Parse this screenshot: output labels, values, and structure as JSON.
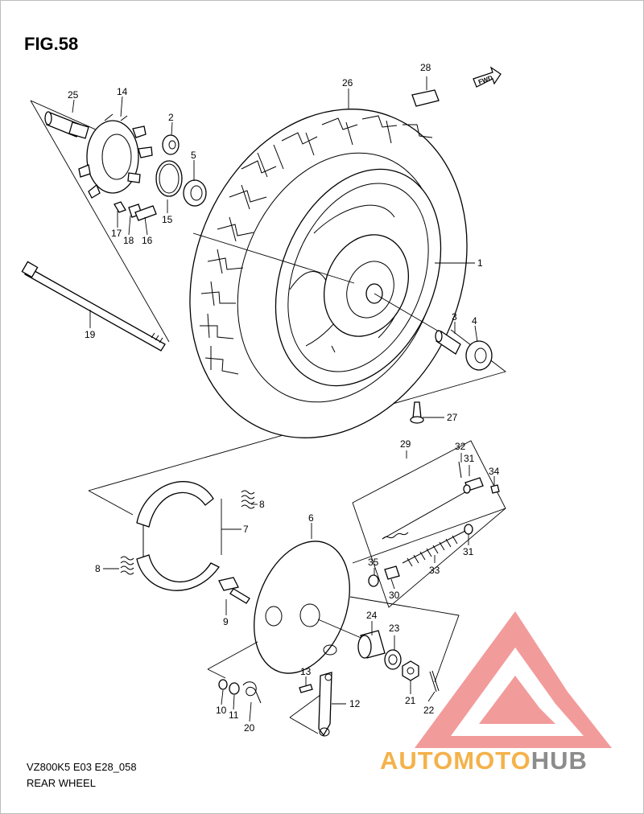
{
  "figure_title": "FIG.58",
  "footer": {
    "model_code": "VZ800K5 E03 E28_058",
    "section_name": "REAR WHEEL"
  },
  "fwd_label": "FWD",
  "watermark": {
    "part_one": "AUTOMOTO",
    "part_two": "HUB",
    "color_one": "#f4b24a",
    "color_two": "#8c8c8c",
    "logo_color": "#f08a8a"
  },
  "callouts": {
    "c1": "1",
    "c2": "2",
    "c3": "3",
    "c4": "4",
    "c5": "5",
    "c6": "6",
    "c7": "7",
    "c8a": "8",
    "c8b": "8",
    "c9": "9",
    "c10": "10",
    "c11": "11",
    "c12": "12",
    "c13": "13",
    "c14": "14",
    "c15": "15",
    "c16": "16",
    "c17": "17",
    "c18": "18",
    "c19": "19",
    "c20": "20",
    "c21": "21",
    "c22": "22",
    "c23": "23",
    "c24": "24",
    "c25": "25",
    "c26": "26",
    "c27": "27",
    "c28": "28",
    "c29": "29",
    "c30": "30",
    "c31a": "31",
    "c31b": "31",
    "c32": "32",
    "c33": "33",
    "c34": "34",
    "c35": "35"
  }
}
